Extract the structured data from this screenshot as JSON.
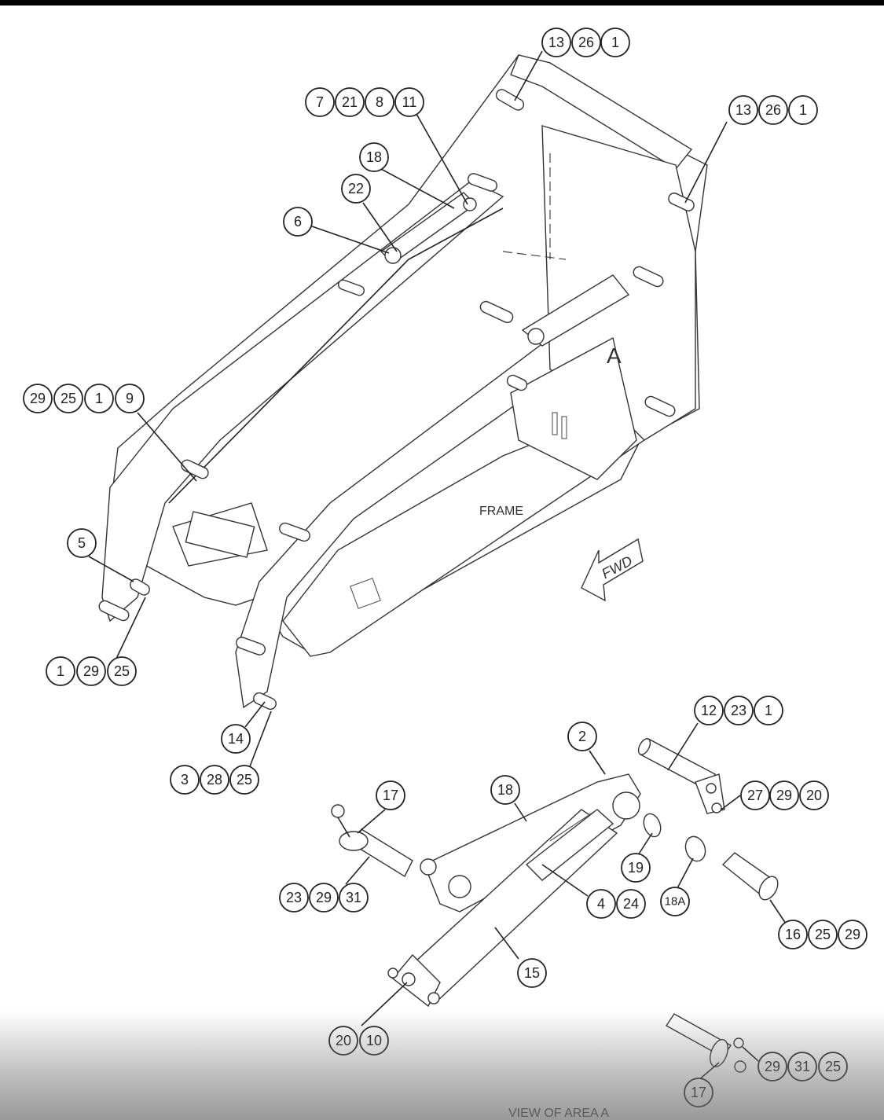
{
  "labels": {
    "frame": "FRAME",
    "area_a": "A",
    "fwd": "FWD",
    "view_of_area_a": "VIEW OF AREA A"
  },
  "callouts": {
    "c1": [
      "13",
      "26",
      "1"
    ],
    "c2": [
      "7",
      "21",
      "8",
      "11"
    ],
    "c3": [
      "13",
      "26",
      "1"
    ],
    "c4": [
      "18"
    ],
    "c5": [
      "22"
    ],
    "c6": [
      "6"
    ],
    "c7": [
      "29",
      "25",
      "1",
      "9"
    ],
    "c8": [
      "5"
    ],
    "c9": [
      "1",
      "29",
      "25"
    ],
    "c10": [
      "14"
    ],
    "c11": [
      "3",
      "28",
      "25"
    ],
    "c12": [
      "12",
      "23",
      "1"
    ],
    "c13": [
      "2"
    ],
    "c14": [
      "17"
    ],
    "c15": [
      "18"
    ],
    "c16": [
      "27",
      "29",
      "20"
    ],
    "c17": [
      "19"
    ],
    "c18": [
      "18A"
    ],
    "c19": [
      "23",
      "29",
      "31"
    ],
    "c20": [
      "4",
      "24"
    ],
    "c21": [
      "16",
      "25",
      "29"
    ],
    "c22": [
      "15"
    ],
    "c23": [
      "20",
      "10"
    ],
    "c24": [
      "29",
      "31",
      "25"
    ],
    "c25": [
      "17"
    ]
  },
  "colors": {
    "ink": "#222222",
    "background": "#ffffff",
    "fade": "#7a7a7a"
  }
}
